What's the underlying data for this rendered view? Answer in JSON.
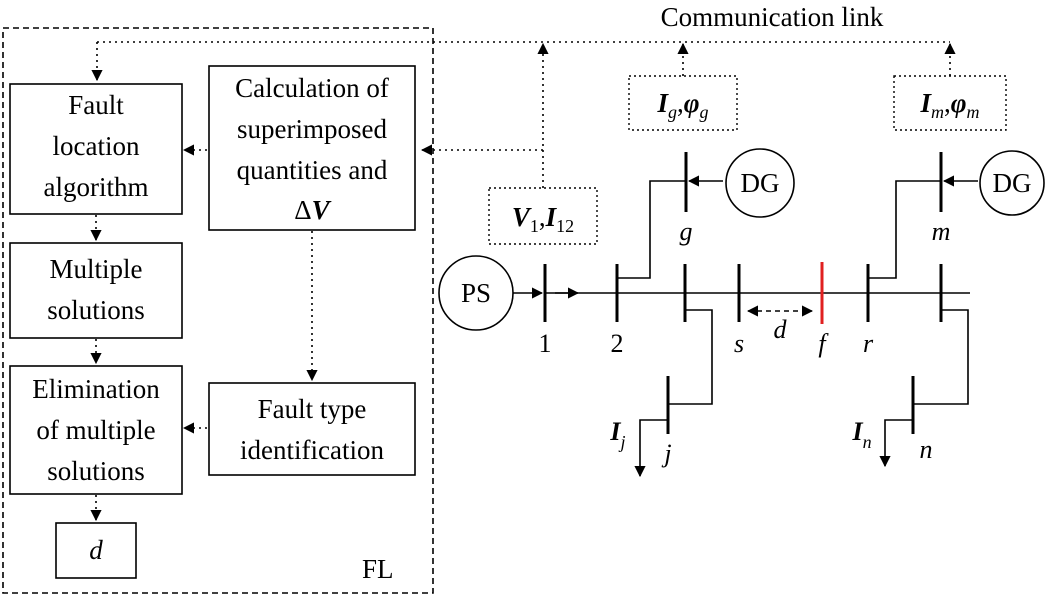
{
  "labels": {
    "communication_link": "Communication link",
    "fl": "FL",
    "boxes": {
      "fault_location": [
        "Fault",
        "location",
        "algorithm"
      ],
      "superimposed": [
        "Calculation of",
        "superimposed",
        "quantities and"
      ],
      "superimposed_delta": "Δ",
      "superimposed_v": "V",
      "multiple_solutions": [
        "Multiple",
        "solutions"
      ],
      "elimination": [
        "Elimination",
        "of multiple",
        "solutions"
      ],
      "fault_type": [
        "Fault type",
        "identification"
      ],
      "d_result": "d"
    },
    "measurements": {
      "v1_main": "V",
      "v1_sub": "1",
      "i12_main": "I",
      "i12_sub": "12",
      "ig_main": "I",
      "ig_sub": "g",
      "phig_main": "φ",
      "phig_sub": "g",
      "im_main": "I",
      "im_sub": "m",
      "phim_main": "φ",
      "phim_sub": "m",
      "sep": ","
    },
    "network": {
      "ps": "PS",
      "dg1": "DG",
      "dg2": "DG",
      "bus_1": "1",
      "bus_2": "2",
      "bus_s": "s",
      "bus_f": "f",
      "bus_r": "r",
      "bus_g": "g",
      "bus_m": "m",
      "bus_j": "j",
      "bus_n": "n",
      "distance_d": "d",
      "ij_main": "I",
      "ij_sub": "j",
      "in_main": "I",
      "in_sub": "n"
    }
  },
  "colors": {
    "line": "#000000",
    "fault": "#e02020",
    "background": "#ffffff"
  }
}
